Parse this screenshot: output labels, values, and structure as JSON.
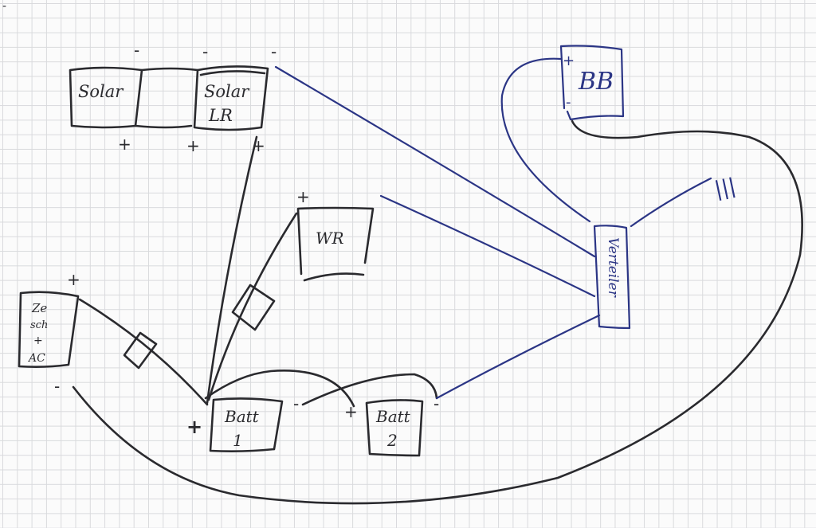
{
  "corner_mark": "-",
  "components": {
    "solar_left": {
      "label": "Solar"
    },
    "solar_right": {
      "label_line1": "Solar",
      "label_line2": "LR"
    },
    "wr": {
      "label": "WR"
    },
    "bb": {
      "label": "BB"
    },
    "verteiler": {
      "label": "Verteiler"
    },
    "battery_1": {
      "label_line1": "Batt",
      "label_line2": "1"
    },
    "battery_2": {
      "label_line1": "Batt",
      "label_line2": "2"
    },
    "left_device": {
      "label_line1": "Ze",
      "label_line2": "sch",
      "label_line3": "+",
      "label_line4": "AC"
    }
  },
  "terminals": {
    "plus": "+",
    "minus": "-",
    "ground": "|||"
  },
  "colors": {
    "pencil": "#2a2a2e",
    "blue_ink": "#2b3585",
    "paper": "#fbfbfb",
    "grid": "#d9dadd"
  }
}
